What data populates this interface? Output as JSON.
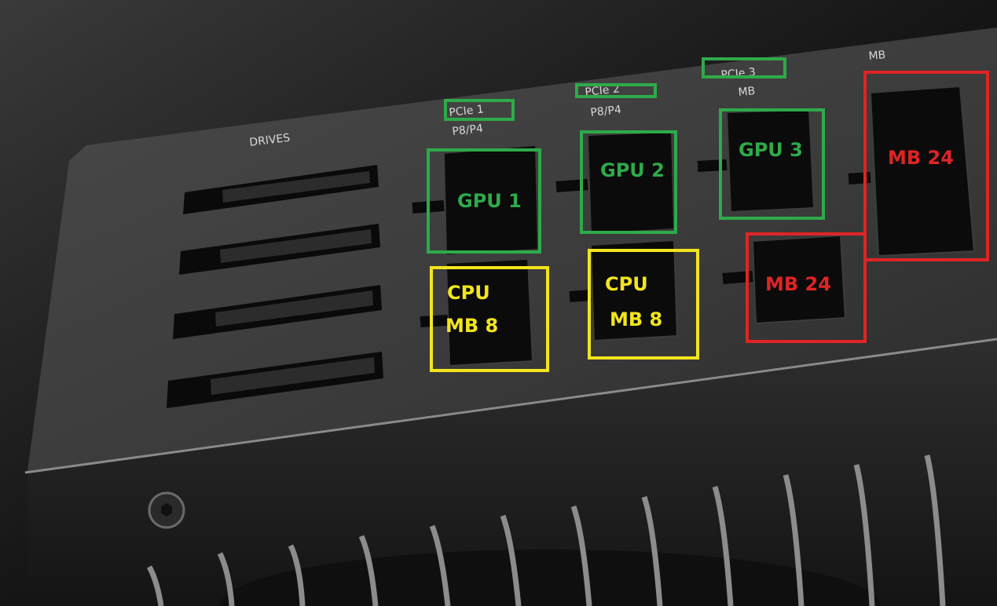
{
  "silkscreen": {
    "drives": "DRIVES",
    "pcie1": "PCIe 1",
    "pcie1_sub": "P8/P4",
    "pcie2": "PCIe 2",
    "pcie2_sub": "P8/P4",
    "pcie3": "PCIe 3",
    "pcie3_sub": "MB",
    "mb": "MB"
  },
  "annotations": {
    "gpu1": "GPU 1",
    "gpu2": "GPU 2",
    "gpu3": "GPU 3",
    "cpu1_line1": "CPU",
    "cpu1_line2": "MB 8",
    "cpu2_line1": "CPU",
    "cpu2_line2": "MB 8",
    "mb24_top": "MB 24",
    "mb24_bottom": "MB 24"
  },
  "colors": {
    "gpu": "#2eaa4a",
    "cpu": "#f2e51c",
    "mb": "#e02424"
  }
}
